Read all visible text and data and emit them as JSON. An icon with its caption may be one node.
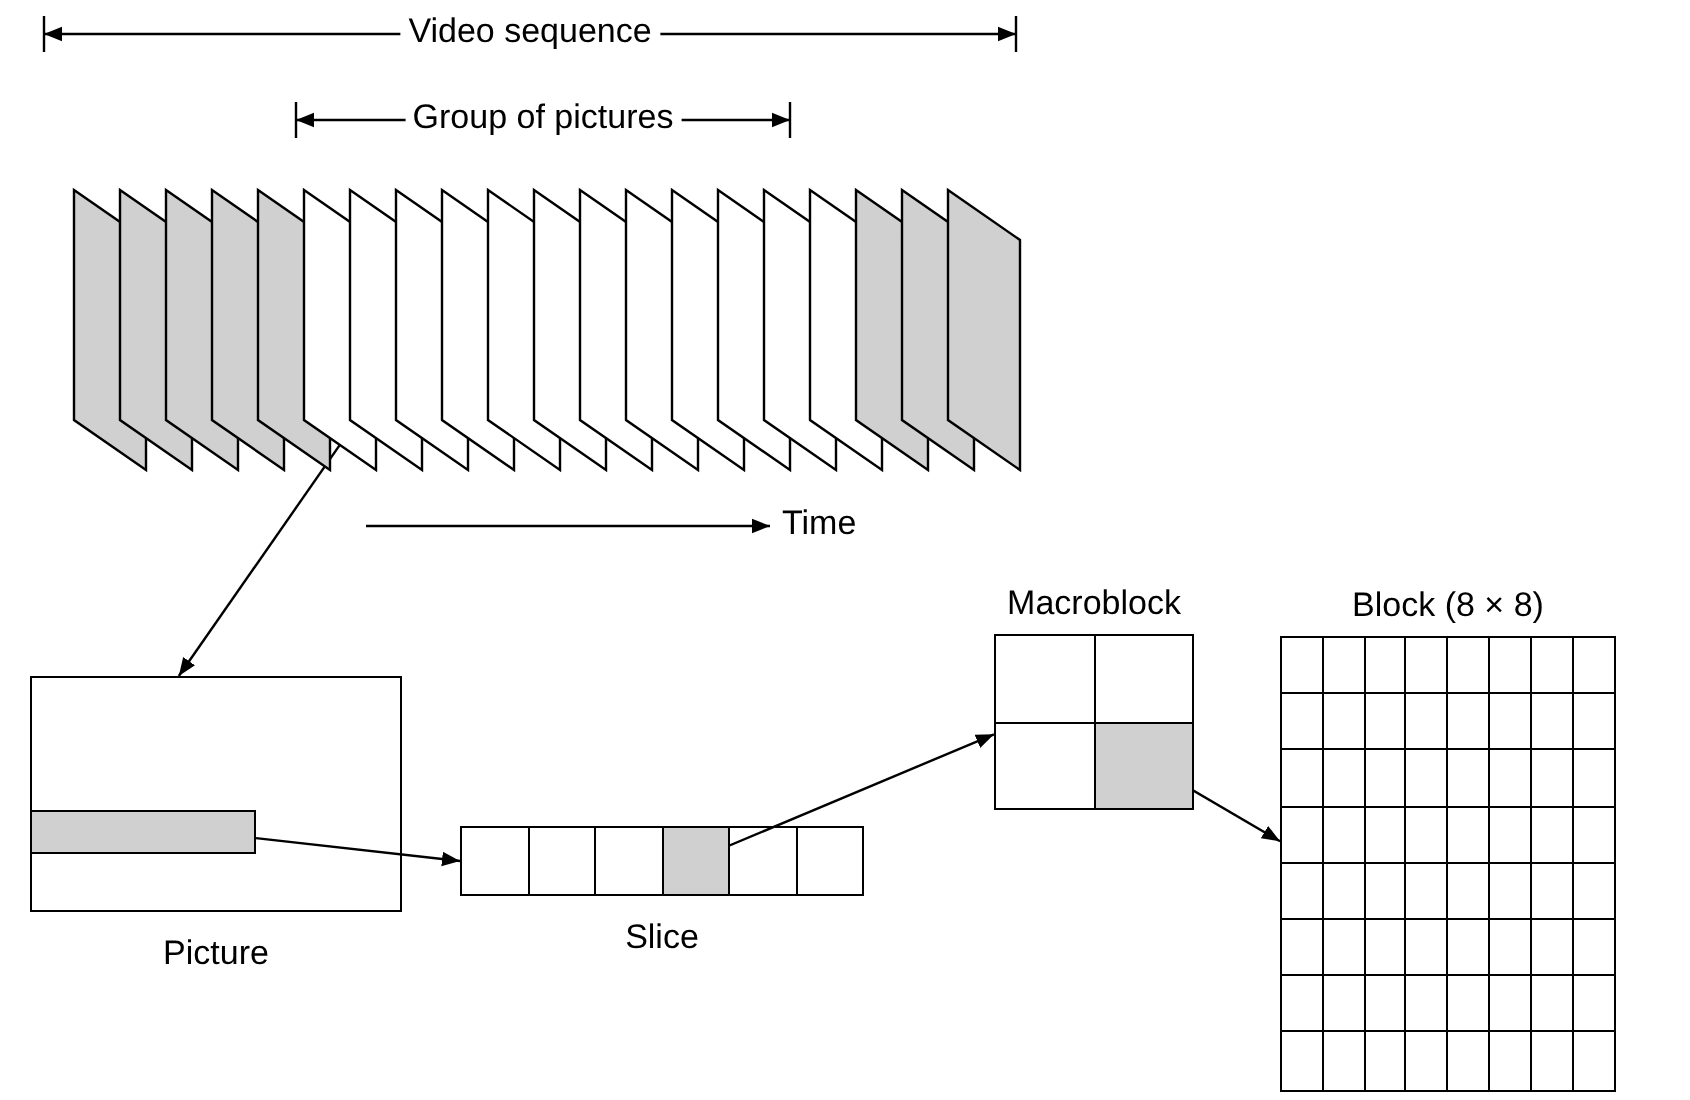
{
  "diagram": {
    "nodes": [
      {
        "text": [],
        "shape": "picture"
      },
      {
        "text": [
          "Picture"
        ]
      },
      {
        "text": [],
        "shape": "bar",
        "in": 1
      },
      {
        "text": [
          "Slice"
        ]
      },
      {
        "text": [],
        "shape": "box",
        "in": 3
      },
      {
        "text": [
          "Macroblock"
        ]
      },
      {
        "text": [],
        "shape": "box",
        "in": 5
      },
      {
        "text": [
          "Block (8 × 8)"
        ]
      }
    ],
    "edges": [
      {
        "from": 0,
        "to": 1,
        "arrow": "to"
      },
      {
        "from": 2,
        "to": 3,
        "arrow": "to"
      },
      {
        "from": 4,
        "to": 5,
        "arrow": "to"
      },
      {
        "from": 6,
        "to": 7,
        "arrow": "to"
      }
    ],
    "labels": [
      "Video sequence",
      "Group of pictures",
      "Time"
    ]
  }
}
